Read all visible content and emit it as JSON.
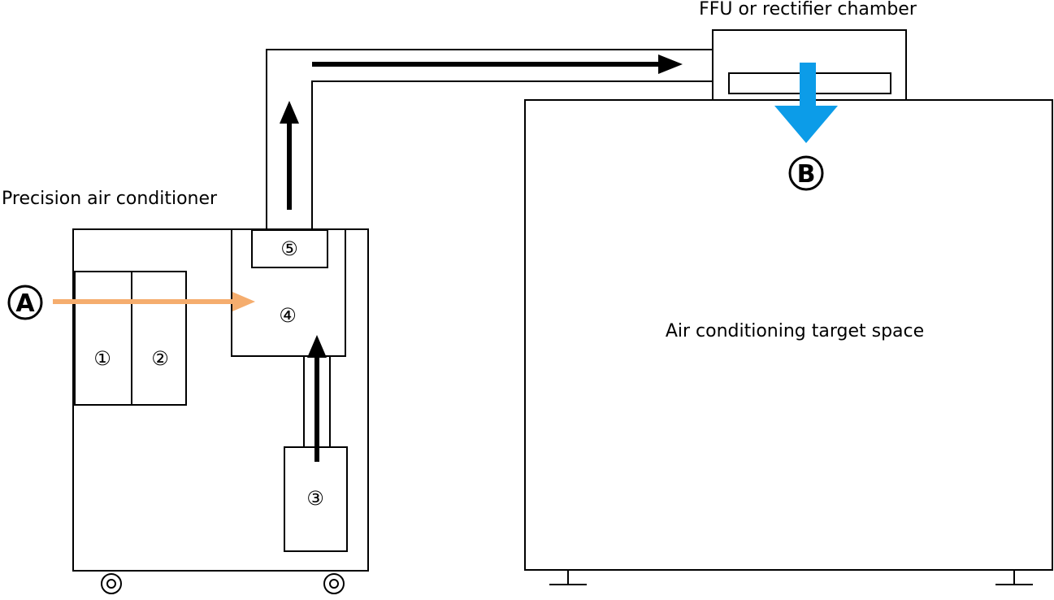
{
  "labels": {
    "ffu_chamber": "FFU or rectifier chamber",
    "precision_ac": "Precision air conditioner",
    "target_space": "Air conditioning target space",
    "inlet_marker": "A",
    "outlet_marker": "B",
    "component_1": "①",
    "component_2": "②",
    "component_3": "③",
    "component_4": "④",
    "component_5": "⑤"
  },
  "colors": {
    "line": "#000000",
    "inlet_air": "#f5ad6e",
    "outlet_air": "#0c9ce8",
    "background": "#ffffff"
  }
}
